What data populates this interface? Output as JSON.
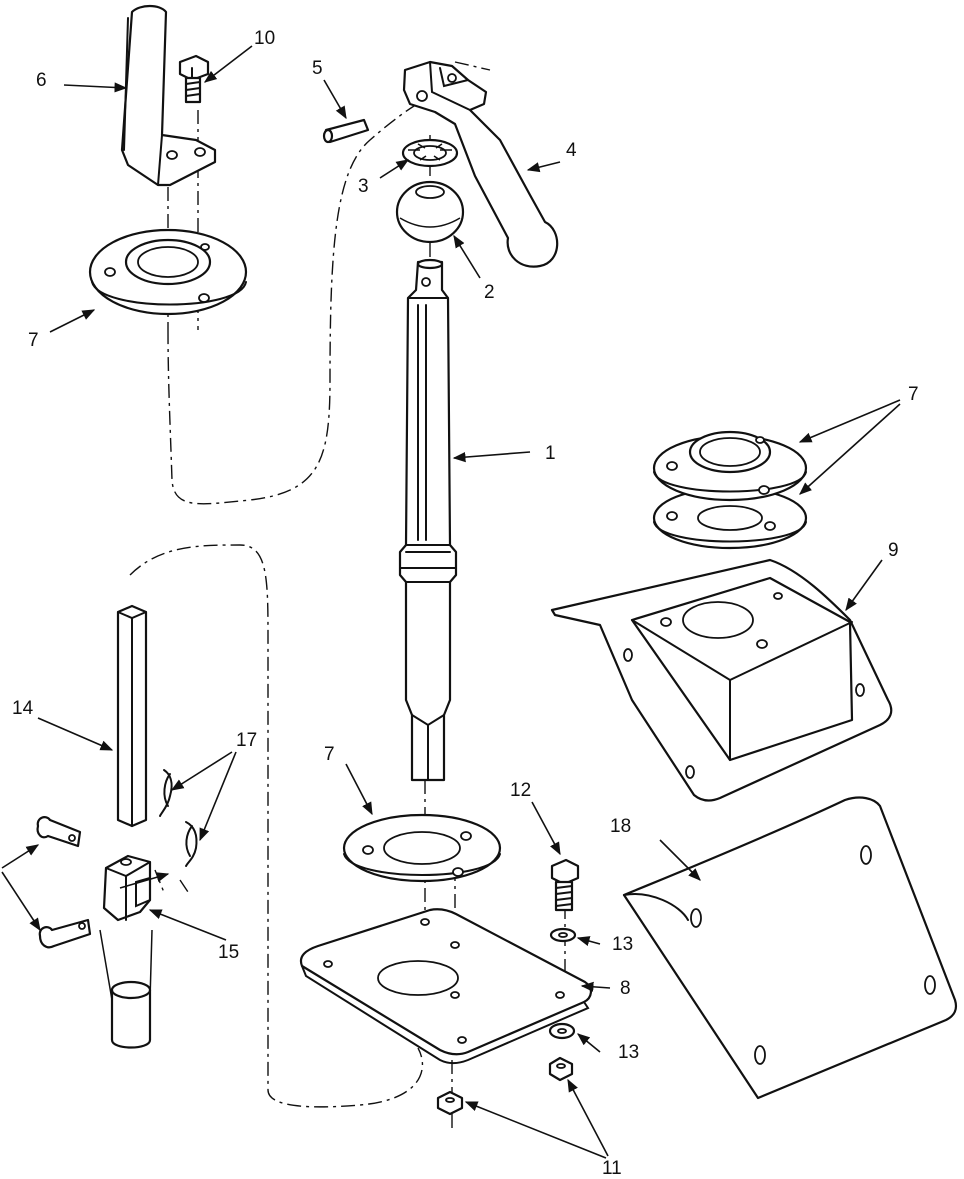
{
  "callouts": {
    "c1": "1",
    "c2": "2",
    "c3": "3",
    "c4": "4",
    "c5": "5",
    "c6": "6",
    "c7a": "7",
    "c7b": "7",
    "c7c": "7",
    "c8": "8",
    "c9": "9",
    "c10": "10",
    "c11": "11",
    "c12": "12",
    "c13a": "13",
    "c13b": "13",
    "c14": "14",
    "c15": "15",
    "c17": "17",
    "c18": "18"
  }
}
